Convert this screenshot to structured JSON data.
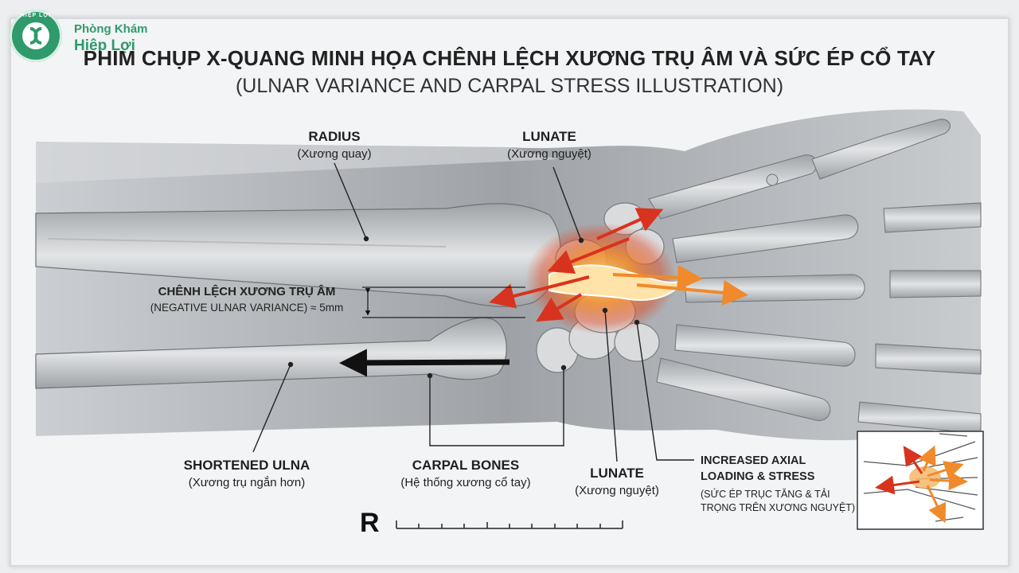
{
  "brand": {
    "logo_ring_text": "HIỆP LỢI",
    "line1": "Phòng Khám",
    "line2": "Hiệp Lợi",
    "color": "#2f9a6b"
  },
  "title": "PHIM CHỤP X-QUANG MINH HỌA CHÊNH LỆCH XƯƠNG TRỤ ÂM VÀ SỨC ÉP CỔ TAY",
  "subtitle": "(ULNAR VARIANCE AND CARPAL STRESS ILLUSTRATION)",
  "labels": {
    "radius": {
      "en": "RADIUS",
      "vi": "(Xương quay)"
    },
    "lunate_top": {
      "en": "LUNATE",
      "vi": "(Xương nguyệt)"
    },
    "variance": {
      "en": "CHÊNH LỆCH XƯƠNG TRỤ ÂM",
      "vi": "(NEGATIVE ULNAR VARIANCE) ≈ 5mm"
    },
    "ulna": {
      "en": "SHORTENED ULNA",
      "vi": "(Xương trụ ngắn hơn)"
    },
    "carpal": {
      "en": "CARPAL BONES",
      "vi": "(Hệ thống xương cổ tay)"
    },
    "lunate_bottom": {
      "en": "LUNATE",
      "vi": "(Xương nguyệt)"
    },
    "stress": {
      "en_line1": "INCREASED AXIAL",
      "en_line2": "LOADING & STRESS",
      "vi_line1": "(SỨC ÉP TRỤC TĂNG & TẢI",
      "vi_line2": "TRỌNG TRÊN XƯƠNG NGUYỆT)"
    }
  },
  "side_marker": "R",
  "colors": {
    "stress_red": "#d8331e",
    "stress_orange": "#f08a2a",
    "bone_light": "#cfd2d5",
    "xray_dark": "#5e6266"
  }
}
